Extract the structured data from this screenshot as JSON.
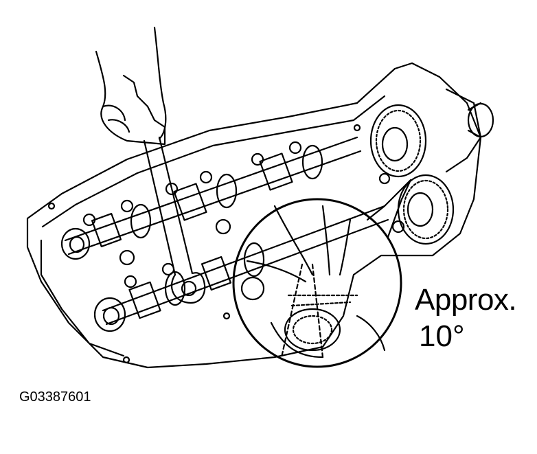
{
  "figure": {
    "callout_line1": "Approx.",
    "callout_line2": "10°",
    "code": "G03387601"
  },
  "colors": {
    "ink": "#000000",
    "paper": "#ffffff"
  }
}
